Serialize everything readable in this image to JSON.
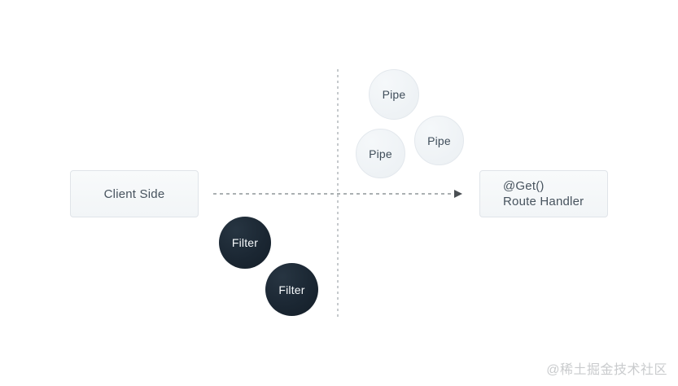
{
  "diagram": {
    "client_box": {
      "label": "Client Side"
    },
    "route_box": {
      "line1": "@Get()",
      "line2": "Route Handler"
    },
    "pipes": [
      {
        "label": "Pipe"
      },
      {
        "label": "Pipe"
      },
      {
        "label": "Pipe"
      }
    ],
    "filters": [
      {
        "label": "Filter"
      },
      {
        "label": "Filter"
      }
    ],
    "watermark": "@稀土掘金技术社区",
    "colors": {
      "box_fill": "#f6f8fa",
      "box_border": "#e0e4e9",
      "box_text": "#47535e",
      "pipe_fill": "#eef2f5",
      "pipe_border": "#e3e8ed",
      "pipe_text": "#3f4d5a",
      "filter_fill": "#1b2733",
      "filter_text": "#f7fafc",
      "arrow_line": "#8f9599",
      "arrow_head": "#4a4f53",
      "guide_line": "#c6cacd",
      "watermark_text": "#c9cbcd"
    }
  }
}
